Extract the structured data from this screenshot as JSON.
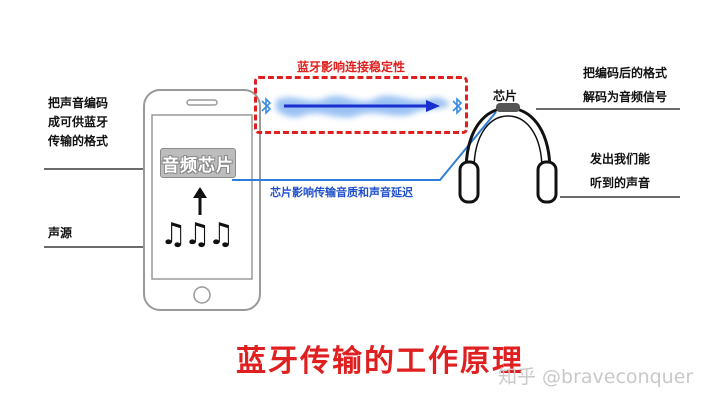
{
  "left_labels": {
    "encode_line1": "把声音编码",
    "encode_line2": "成可供蓝牙",
    "encode_line3": "传输的格式",
    "source": "声源"
  },
  "phone": {
    "chip_label": "音频芯片",
    "notes_glyph": "♫♫♫"
  },
  "transmission": {
    "stability_label": "蓝牙影响连接稳定性",
    "quality_label": "芯片影响传输音质和声音延迟"
  },
  "headphone": {
    "chip_label": "芯片"
  },
  "right_labels": {
    "decode_line1": "把编码后的格式",
    "decode_line2": "解码为音频信号",
    "hear_line1": "发出我们能",
    "hear_line2": "听到的声音"
  },
  "title": "蓝牙传输的工作原理",
  "watermark": "知乎 @braveconquer",
  "colors": {
    "accent_red": "#e02020",
    "accent_blue": "#1f4fcc",
    "signal_blue": "#7fb0f0",
    "bluetooth_icon": "#3a8be0",
    "rule_gray": "#6b6b6b"
  }
}
